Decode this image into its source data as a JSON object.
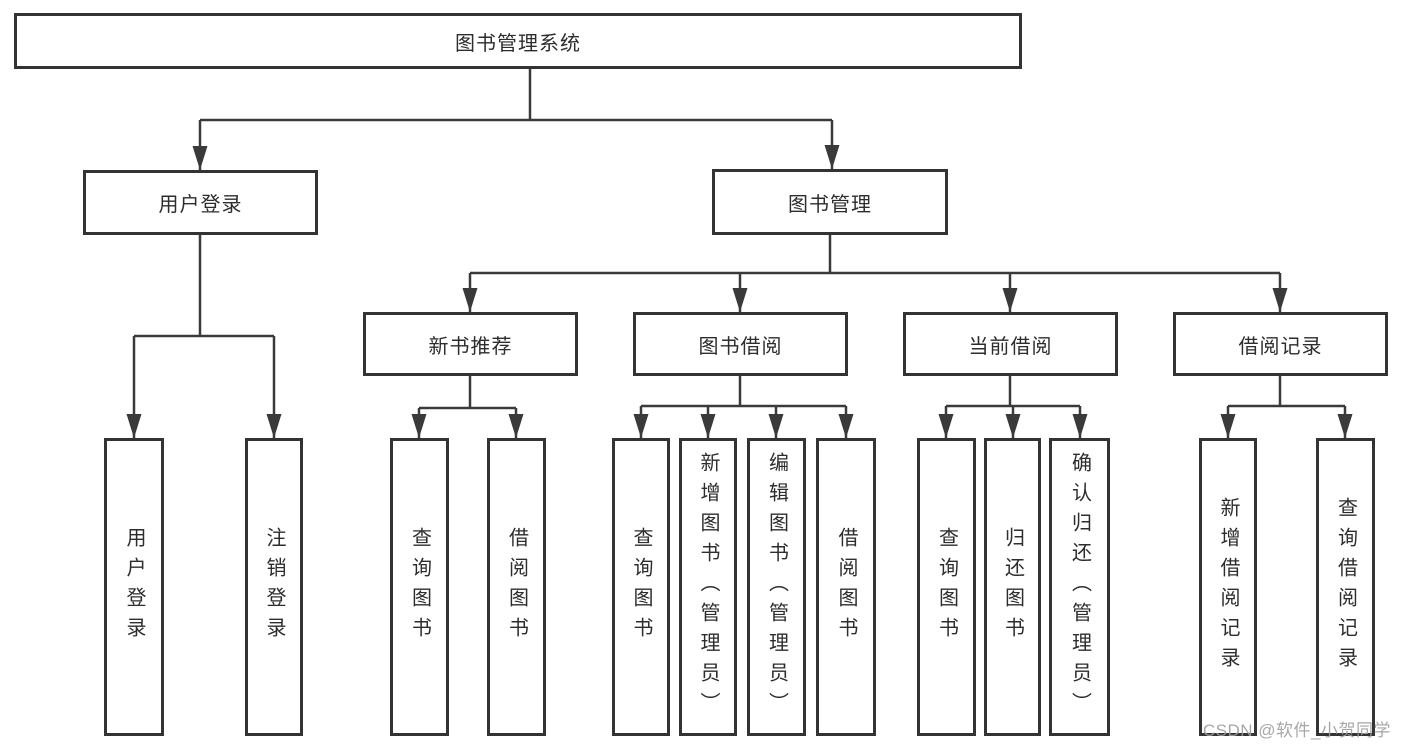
{
  "diagram": {
    "root": {
      "label": "图书管理系统"
    },
    "branches": [
      {
        "label": "用户登录",
        "children": [
          {
            "label": "用户登录"
          },
          {
            "label": "注销登录"
          }
        ]
      },
      {
        "label": "图书管理",
        "children": [
          {
            "label": "新书推荐",
            "children": [
              {
                "label": "查询图书"
              },
              {
                "label": "借阅图书"
              }
            ]
          },
          {
            "label": "图书借阅",
            "children": [
              {
                "label": "查询图书"
              },
              {
                "label": "新增图书（管理员）"
              },
              {
                "label": "编辑图书（管理员）"
              },
              {
                "label": "借阅图书"
              }
            ]
          },
          {
            "label": "当前借阅",
            "children": [
              {
                "label": "查询图书"
              },
              {
                "label": "归还图书"
              },
              {
                "label": "确认归还（管理员）"
              }
            ]
          },
          {
            "label": "借阅记录",
            "children": [
              {
                "label": "新增借阅记录"
              },
              {
                "label": "查询借阅记录"
              }
            ]
          }
        ]
      }
    ]
  },
  "watermark": {
    "text": "CSDN @软件_小贺同学"
  },
  "colors": {
    "line": "#3a3a3a",
    "box_border": "#333333",
    "box_fill": "#ffffff",
    "text": "#2d2d2d",
    "watermark": "#9e9e9e",
    "background": "#ffffff"
  }
}
